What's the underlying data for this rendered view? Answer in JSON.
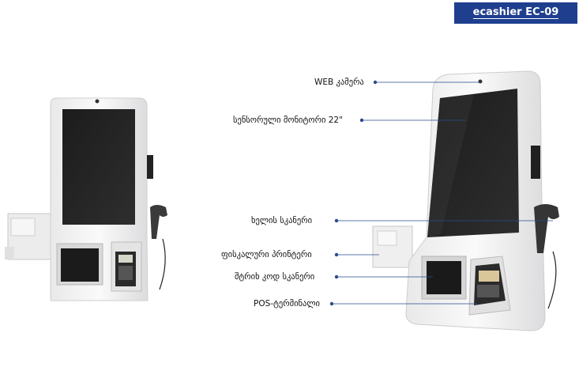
{
  "badge": {
    "brand": "ecashier",
    "model": "EC-09"
  },
  "labels": [
    "WEB კამერა",
    "სენსორული მონიტორი 22\"",
    "ხელის სკანერი",
    "ფისკალური პრინტერი",
    "შტრიხ კოდ სკანერი",
    "POS-ტერმინალი"
  ],
  "colors": {
    "badge": "#1f3f8e",
    "leader": "#2a4a8e"
  }
}
